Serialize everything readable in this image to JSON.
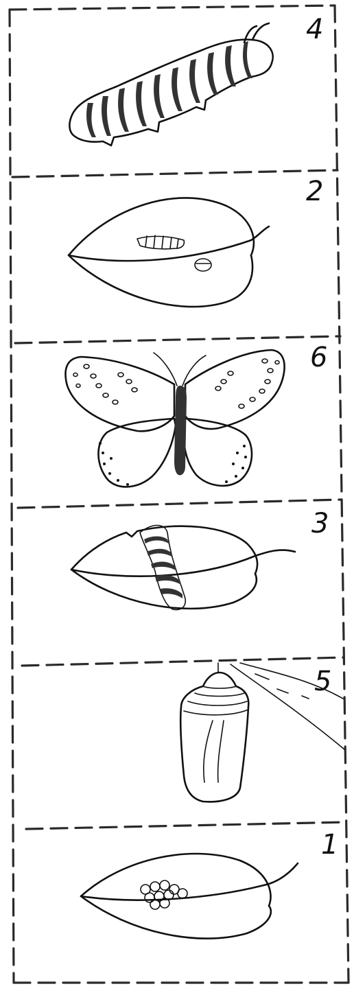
{
  "panels": [
    {
      "label": "4",
      "picture": "caterpillar"
    },
    {
      "label": "2",
      "picture": "leaf-with-hatchling"
    },
    {
      "label": "6",
      "picture": "butterfly"
    },
    {
      "label": "3",
      "picture": "leaf-with-caterpillar"
    },
    {
      "label": "5",
      "picture": "chrysalis"
    },
    {
      "label": "1",
      "picture": "leaf-with-eggs"
    }
  ],
  "colors": {
    "ink": "#111111",
    "paper": "#ffffff"
  }
}
